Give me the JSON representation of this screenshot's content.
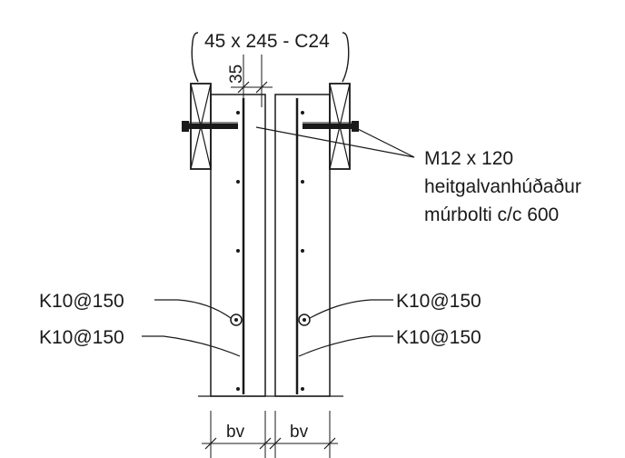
{
  "labels": {
    "timber": "45 x 245 - C24",
    "dim_top": "35",
    "bolt_line1": "M12 x 120",
    "bolt_line2": "heitgalvanhúðaður",
    "bolt_line3": "múrbolti c/c 600",
    "rebar_left_upper": "K10@150",
    "rebar_left_lower": "K10@150",
    "rebar_right_upper": "K10@150",
    "rebar_right_lower": "K10@150",
    "dim_left": "bv",
    "dim_right": "bv"
  },
  "colors": {
    "ink": "#1a1a1a",
    "concrete": "#dcdcdc",
    "paper": "#ffffff"
  }
}
